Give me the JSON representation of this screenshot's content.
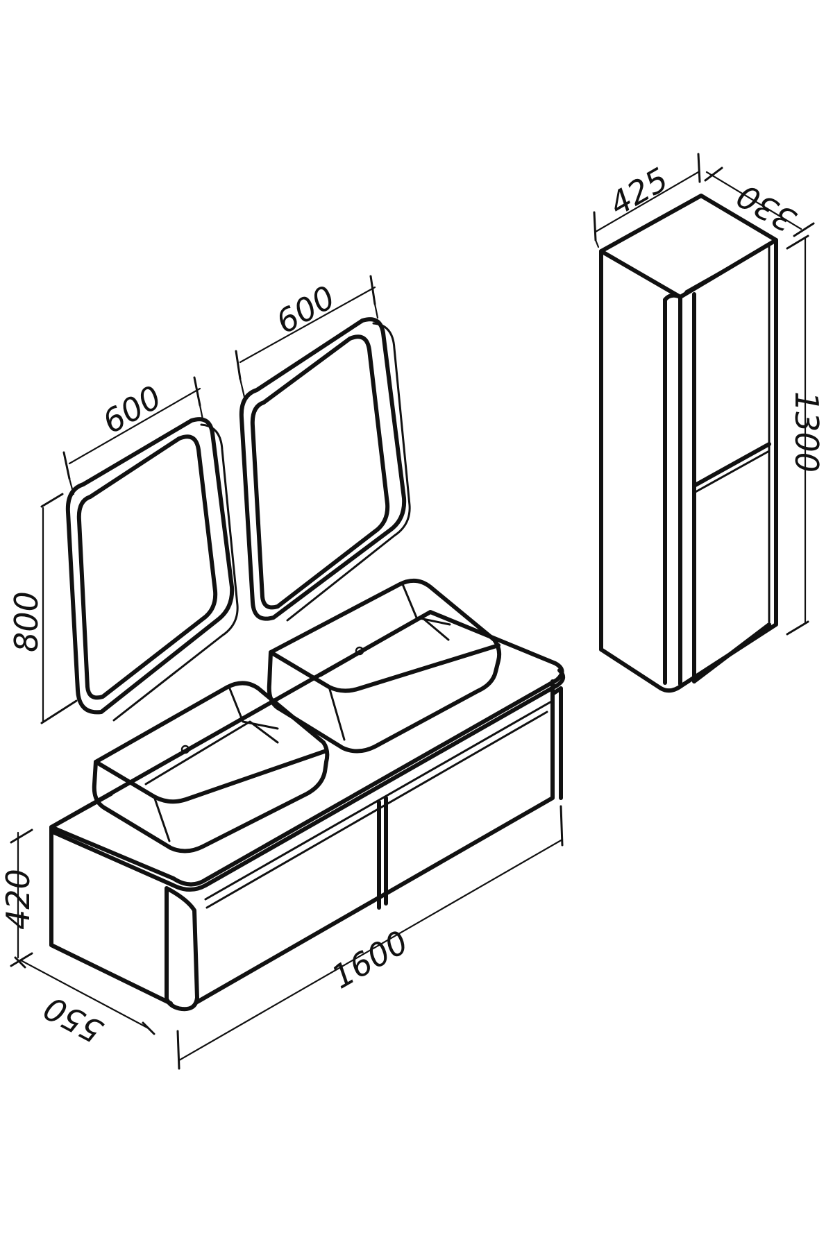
{
  "dimensions": {
    "mirror_left_width": "600",
    "mirror_right_width": "600",
    "mirror_height": "800",
    "tall_cabinet_width": "425",
    "tall_cabinet_depth": "330",
    "tall_cabinet_height": "1300",
    "vanity_height": "420",
    "vanity_depth": "550",
    "vanity_width": "1600"
  }
}
